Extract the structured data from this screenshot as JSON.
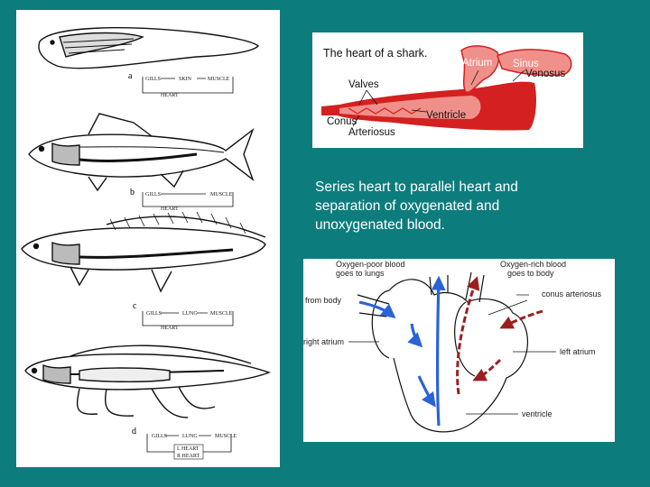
{
  "colors": {
    "background": "#0c7d7c",
    "heart_red": "#d42020",
    "heart_pink": "#f0908a",
    "oxygen_poor": "#2a63d6",
    "oxygen_rich": "#9b1f1f"
  },
  "left_panel": {
    "a": {
      "letter": "a",
      "flow": [
        "GILLS",
        "SKIN",
        "MUSCLE"
      ],
      "organ": "HEART"
    },
    "b": {
      "letter": "b",
      "flow": [
        "GILLS",
        "MUSCLE"
      ],
      "organ": "HEART"
    },
    "c": {
      "letter": "c",
      "flow": [
        "GILLS",
        "LUNG",
        "MUSCLE"
      ],
      "organ": "HEART"
    },
    "d": {
      "letter": "d",
      "flow": [
        "GILLS",
        "LUNG",
        "MUSCLE"
      ],
      "organ_1": "L HEART",
      "organ_2": "R HEART"
    }
  },
  "shark": {
    "title": "The heart of a shark.",
    "atrium": "Atrium",
    "sinus": "Sinus",
    "venosus": "Venosus",
    "valves": "Valves",
    "ventricle": "Ventricle",
    "conus": "Conus",
    "arteriosus": "Arteriosus"
  },
  "caption": {
    "line1": "Series heart to parallel heart and",
    "line2": "separation of oxygenated and",
    "line3": "unoxygenated blood."
  },
  "heart": {
    "poor_1": "Oxygen-poor blood",
    "poor_2": "goes to lungs",
    "rich_1": "Oxygen-rich blood",
    "rich_2": "goes to body",
    "conus": "conus arteriosus",
    "from_body": "from body",
    "right_atrium": "right atrium",
    "left_atrium": "left atrium",
    "ventricle": "ventricle"
  }
}
